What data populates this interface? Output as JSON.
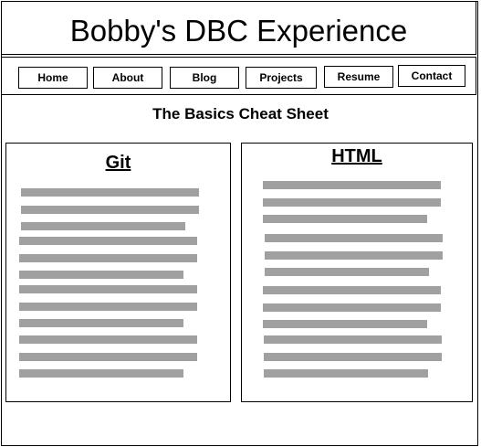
{
  "header": {
    "title": "Bobby's DBC Experience"
  },
  "nav": {
    "items": [
      "Home",
      "About",
      "Blog",
      "Projects",
      "Resume",
      "Contact"
    ]
  },
  "main": {
    "subtitle": "The Basics Cheat Sheet",
    "cards": [
      {
        "title": "Git"
      },
      {
        "title": "HTML"
      }
    ]
  },
  "colors": {
    "placeholder_text": "#a0a0a0",
    "border": "#000000",
    "background": "#ffffff"
  }
}
